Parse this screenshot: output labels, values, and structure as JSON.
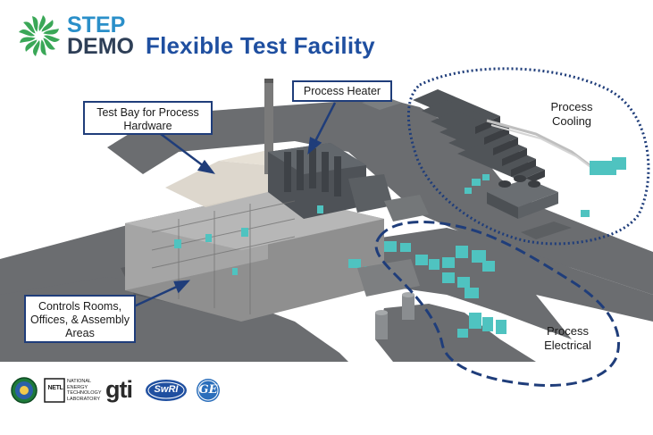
{
  "brand": {
    "line1": "STEP",
    "line2": "DEMO",
    "icon": "green-pinwheel-logo"
  },
  "title": "Flexible Test Facility",
  "callouts": {
    "process_heater": "Process Heater",
    "test_bay": "Test Bay for Process Hardware",
    "controls_rooms": "Controls Rooms, Offices, & Assembly Areas"
  },
  "regions": {
    "process_cooling": "Process Cooling",
    "process_electrical": "Process Electrical"
  },
  "partner_logos": {
    "doe_seal": "doe-seal-logo",
    "netl_line1": "NATIONAL",
    "netl_line2": "ENERGY",
    "netl_line3": "TECHNOLOGY",
    "netl_line4": "LABORATORY",
    "netl_mark": "NETL",
    "gti": "gti",
    "swri": "SwRI",
    "ge": "GE"
  },
  "colors": {
    "title": "#1f4fa0",
    "callout_border": "#1f3d7a",
    "dotted_outline": "#1f3d7a",
    "equipment": "#4fc3c0"
  }
}
